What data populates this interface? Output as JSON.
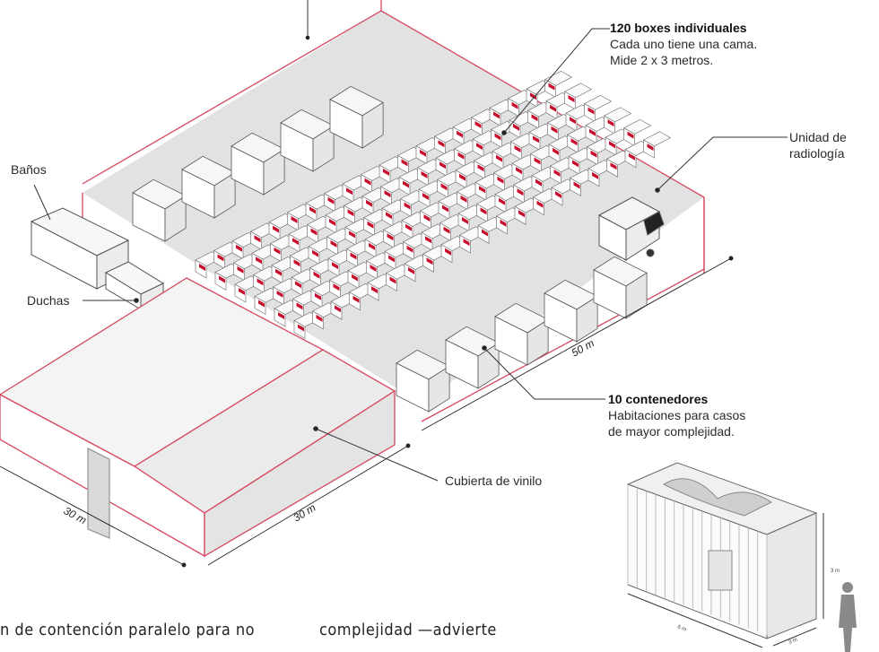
{
  "labels": {
    "boxes_title": "120 boxes individuales",
    "boxes_line1": "Cada uno tiene una cama.",
    "boxes_line2": "Mide 2 x 3 metros.",
    "radiologia_line1": "Unidad de",
    "radiologia_line2": "radiología",
    "banos": "Baños",
    "duchas": "Duchas",
    "contenedores_title": "10 contenedores",
    "contenedores_line1": "Habitaciones para casos",
    "contenedores_line2": "de mayor complejidad.",
    "cubierta": "Cubierta de vinilo"
  },
  "dimensions": {
    "length_right": "50 m",
    "front_width": "30 m",
    "front_depth": "30 m",
    "container_height": "3 m",
    "container_length": "6 m",
    "container_width": "3 m"
  },
  "body_text": {
    "left_fragment": "n de contención paralelo para no",
    "right_fragment": "complejidad —advierte"
  },
  "colors": {
    "outline_red": "#d5475f",
    "bed_red": "#c8102e",
    "floor_gray": "#e2e2e2",
    "box_white": "#ffffff",
    "stroke_gray": "#444444"
  }
}
